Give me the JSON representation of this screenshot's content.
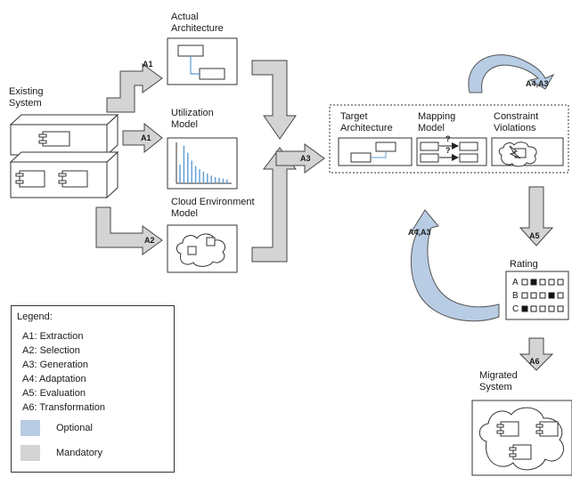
{
  "existing_system": {
    "label_line1": "Existing",
    "label_line2": "System"
  },
  "actual_architecture": {
    "label_line1": "Actual",
    "label_line2": "Architecture"
  },
  "utilization_model": {
    "label_line1": "Utilization",
    "label_line2": "Model",
    "bar_levels": [
      0.48,
      0.96,
      0.78,
      0.58,
      0.44,
      0.36,
      0.3,
      0.25,
      0.2,
      0.16,
      0.14,
      0.12,
      0.1
    ]
  },
  "cloud_environment_model": {
    "label_line1": "Cloud Environment",
    "label_line2": "Model"
  },
  "target_architecture": {
    "label_line1": "Target",
    "label_line2": "Architecture"
  },
  "mapping_model": {
    "label_line1": "Mapping",
    "label_line2": "Model",
    "mark": "?"
  },
  "constraint_violations": {
    "label_line1": "Constraint",
    "label_line2": "Violations"
  },
  "rating": {
    "label": "Rating",
    "rows": [
      {
        "letter": "A",
        "filled_index": 1
      },
      {
        "letter": "B",
        "filled_index": 3
      },
      {
        "letter": "C",
        "filled_index": 0
      }
    ]
  },
  "migrated_system": {
    "label_line1": "Migrated",
    "label_line2": "System"
  },
  "arrows": {
    "a1_top": "A1",
    "a1_mid": "A1",
    "a2": "A2",
    "a3": "A3",
    "loop_top": "A4,A3",
    "loop_bottom": "A4,A3",
    "a5": "A5",
    "a6": "A6"
  },
  "legend": {
    "title": "Legend:",
    "items": [
      "A1: Extraction",
      "A2: Selection",
      "A3: Generation",
      "A4: Adaptation",
      "A5: Evaluation",
      "A6: Transformation"
    ],
    "optional_label": "Optional",
    "mandatory_label": "Mandatory"
  },
  "colors": {
    "mandatory": "#d4d4d4",
    "optional": "#b8cce4",
    "connector": "#5b9bd5"
  }
}
